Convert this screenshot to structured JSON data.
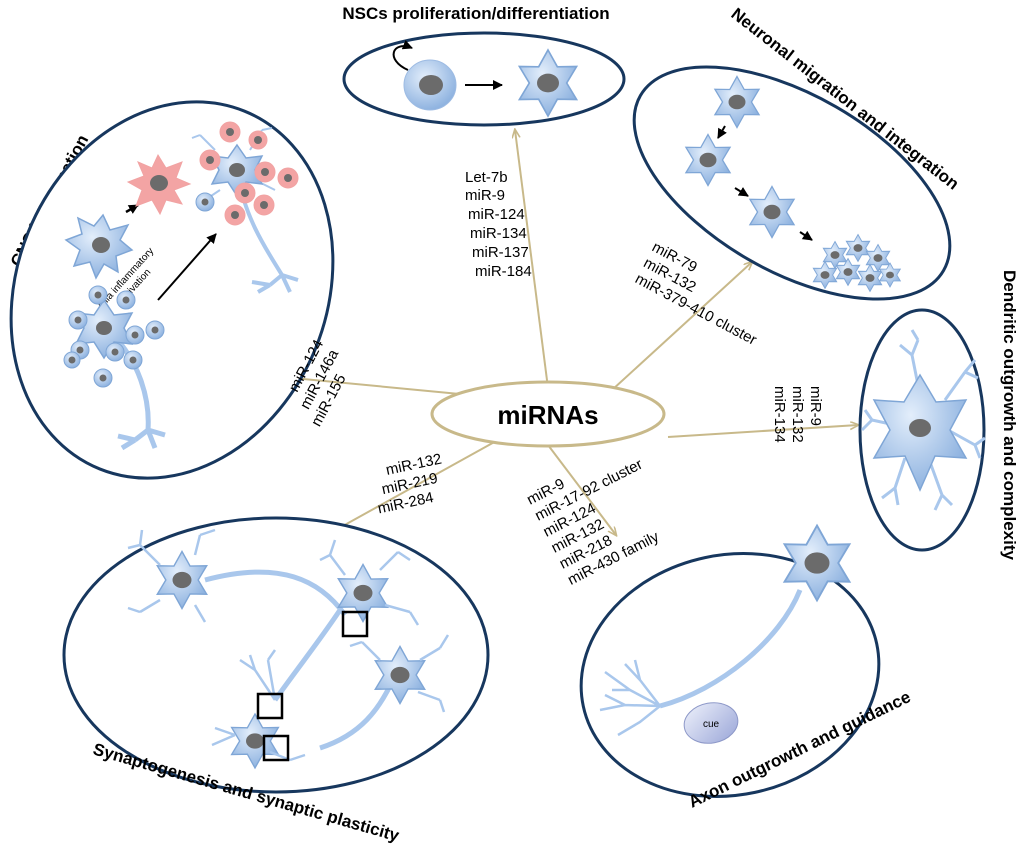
{
  "center_label": "miRNAs",
  "colors": {
    "ellipse_stroke": "#17375e",
    "arrow": "#c8b98a",
    "neuron_fill": "#a9c7ec",
    "neuron_stroke": "#7fa6d6",
    "nucleus": "#6b6b6b",
    "inflamed": "#f1a3a3"
  },
  "processes": {
    "nsc": {
      "title": "NSCs proliferation/differentiation",
      "mirnas": [
        "Let-7b",
        "miR-9",
        "miR-124",
        "miR-134",
        "miR-137",
        "miR-184"
      ]
    },
    "migration": {
      "title": "Neuronal migration and integration",
      "mirnas": [
        "miR-79",
        "miR-132",
        "miR-379-410 cluster"
      ]
    },
    "dendritic": {
      "title": "Dendritic outgrowth and complexity",
      "mirnas": [
        "miR-9",
        "miR-132",
        "miR-134"
      ]
    },
    "axon": {
      "title": "Axon outgrowth and guidance",
      "mirnas": [
        "miR-9",
        "miR-17-92 cluster",
        "miR-124",
        "miR-132",
        "miR-218",
        "miR-430 family"
      ],
      "cue_label": "cue"
    },
    "synapse": {
      "title": "Synaptogenesis and synaptic plasticity",
      "mirnas": [
        "miR-132",
        "miR-219",
        "miR-284"
      ]
    },
    "cns": {
      "title": "CNS inflammation",
      "mirnas": [
        "miR-124",
        "miR-146a",
        "miR-155"
      ],
      "activation_label_1": "Glia inflammatory",
      "activation_label_2": "activation"
    }
  }
}
